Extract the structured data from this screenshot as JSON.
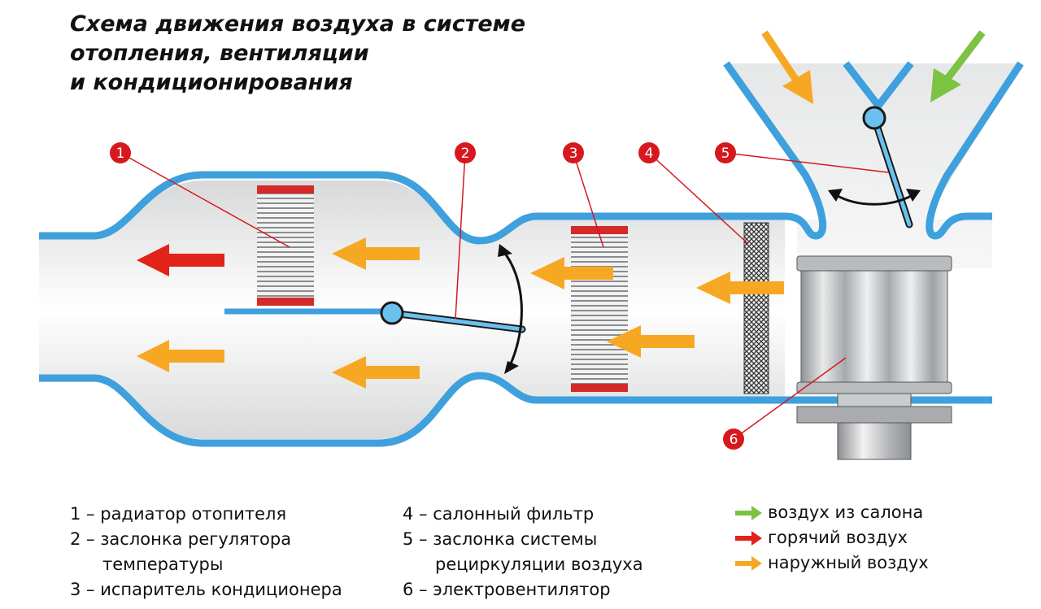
{
  "title_lines": [
    "Схема движения воздуха в системе",
    "отопления, вентиляции",
    "и кондиционирования"
  ],
  "markers": [
    "1",
    "2",
    "3",
    "4",
    "5",
    "6"
  ],
  "legend_left": [
    {
      "num": "1",
      "text": "радиатор отопителя"
    },
    {
      "num": "2",
      "text": "заслонка регулятора",
      "cont": "температуры"
    },
    {
      "num": "3",
      "text": "испаритель кондиционера"
    }
  ],
  "legend_mid": [
    {
      "num": "4",
      "text": "салонный фильтр"
    },
    {
      "num": "5",
      "text": "заслонка системы",
      "cont": "рециркуляции воздуха"
    },
    {
      "num": "6",
      "text": "электровентилятор"
    }
  ],
  "arrow_key": [
    {
      "label": "воздух из салона",
      "color": "#7cc243"
    },
    {
      "label": "горячий воздух",
      "color": "#e2231a"
    },
    {
      "label": "наружный воздух",
      "color": "#f7a823"
    }
  ],
  "colors": {
    "duct": "#3ea0dc",
    "badge": "#d7181f",
    "hot": "#e2231a",
    "outside": "#f7a823",
    "cabin": "#7cc243",
    "radiator_red": "#d42a2a"
  }
}
